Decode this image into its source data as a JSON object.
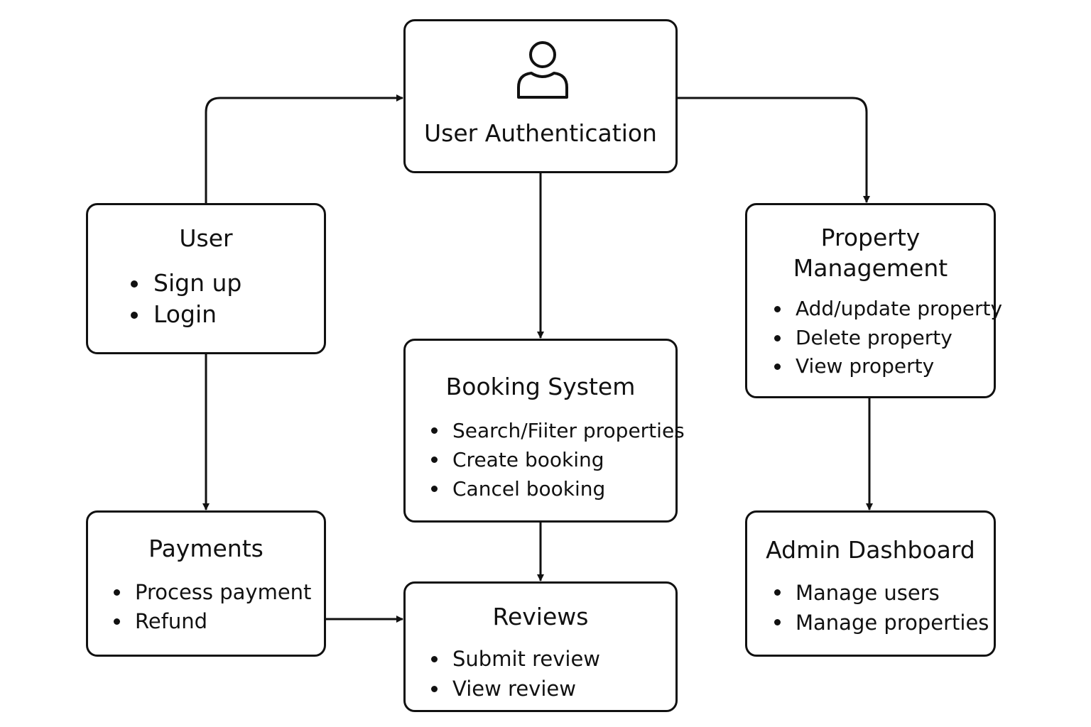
{
  "boxes": {
    "auth": {
      "title": "User Authentication",
      "icon": "person-icon"
    },
    "user": {
      "title": "User",
      "items": [
        "Sign up",
        "Login"
      ]
    },
    "property": {
      "title_line1": "Property",
      "title_line2": "Management",
      "items": [
        "Add/update property",
        "Delete property",
        "View property"
      ]
    },
    "booking": {
      "title": "Booking System",
      "items": [
        "Search/Fiiter properties",
        "Create booking",
        "Cancel booking"
      ]
    },
    "payments": {
      "title": "Payments",
      "items": [
        "Process payment",
        "Refund"
      ]
    },
    "reviews": {
      "title": "Reviews",
      "items": [
        "Submit review",
        "View review"
      ]
    },
    "admin": {
      "title": "Admin Dashboard",
      "items": [
        "Manage users",
        "Manage properties"
      ]
    }
  },
  "connections": [
    {
      "from": "User",
      "to": "User Authentication"
    },
    {
      "from": "User Authentication",
      "to": "Property Management"
    },
    {
      "from": "User Authentication",
      "to": "Booking System"
    },
    {
      "from": "User",
      "to": "Payments"
    },
    {
      "from": "Property Management",
      "to": "Admin Dashboard"
    },
    {
      "from": "Booking System",
      "to": "Reviews"
    },
    {
      "from": "Payments",
      "to": "Reviews"
    }
  ],
  "colors": {
    "stroke": "#111111",
    "background": "#ffffff"
  }
}
